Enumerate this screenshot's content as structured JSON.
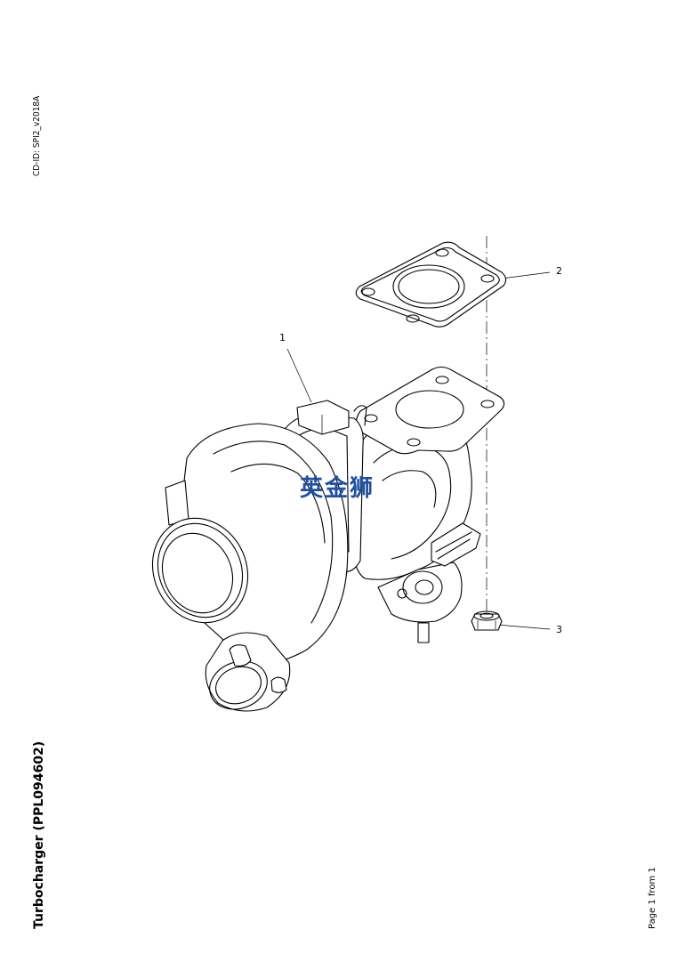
{
  "header": {
    "cd_id": "CD-ID: SPI2_v2018A"
  },
  "footer": {
    "title": "Turbocharger (PPL094602)",
    "page": "Page 1 from 1"
  },
  "watermark": {
    "text": "英金狮",
    "color": "#1e4fa0"
  },
  "callouts": {
    "c1": "1",
    "c2": "2",
    "c3": "3"
  }
}
